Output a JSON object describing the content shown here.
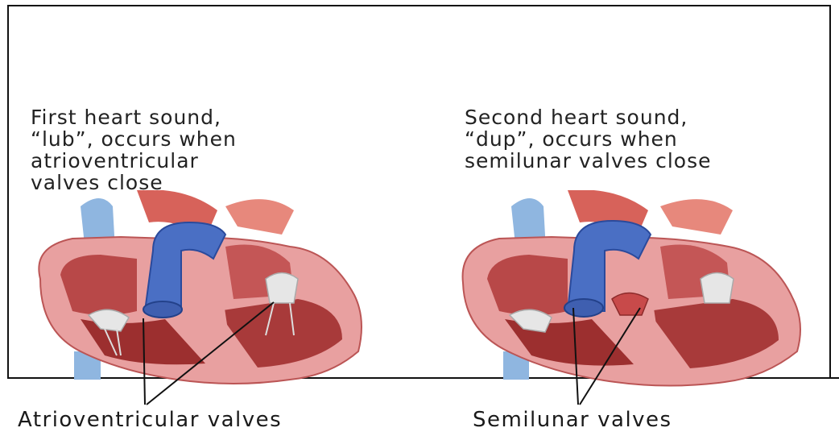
{
  "left_panel": {
    "caption": "First heart sound,\n“lub”, occurs when\natrioventricular\nvalves close",
    "label": "Atrioventricular valves"
  },
  "right_panel": {
    "caption": "Second heart sound,\n“dup”, occurs when\nsemilunar valves close",
    "label": "Semilunar valves"
  },
  "colors": {
    "aorta_blue": "#4a6fc4",
    "vein_light_blue": "#8fb6e0",
    "muscle_pink": "#e8a0a0",
    "muscle_dark": "#9c2f2f",
    "valve_white": "#e6e6e6"
  }
}
